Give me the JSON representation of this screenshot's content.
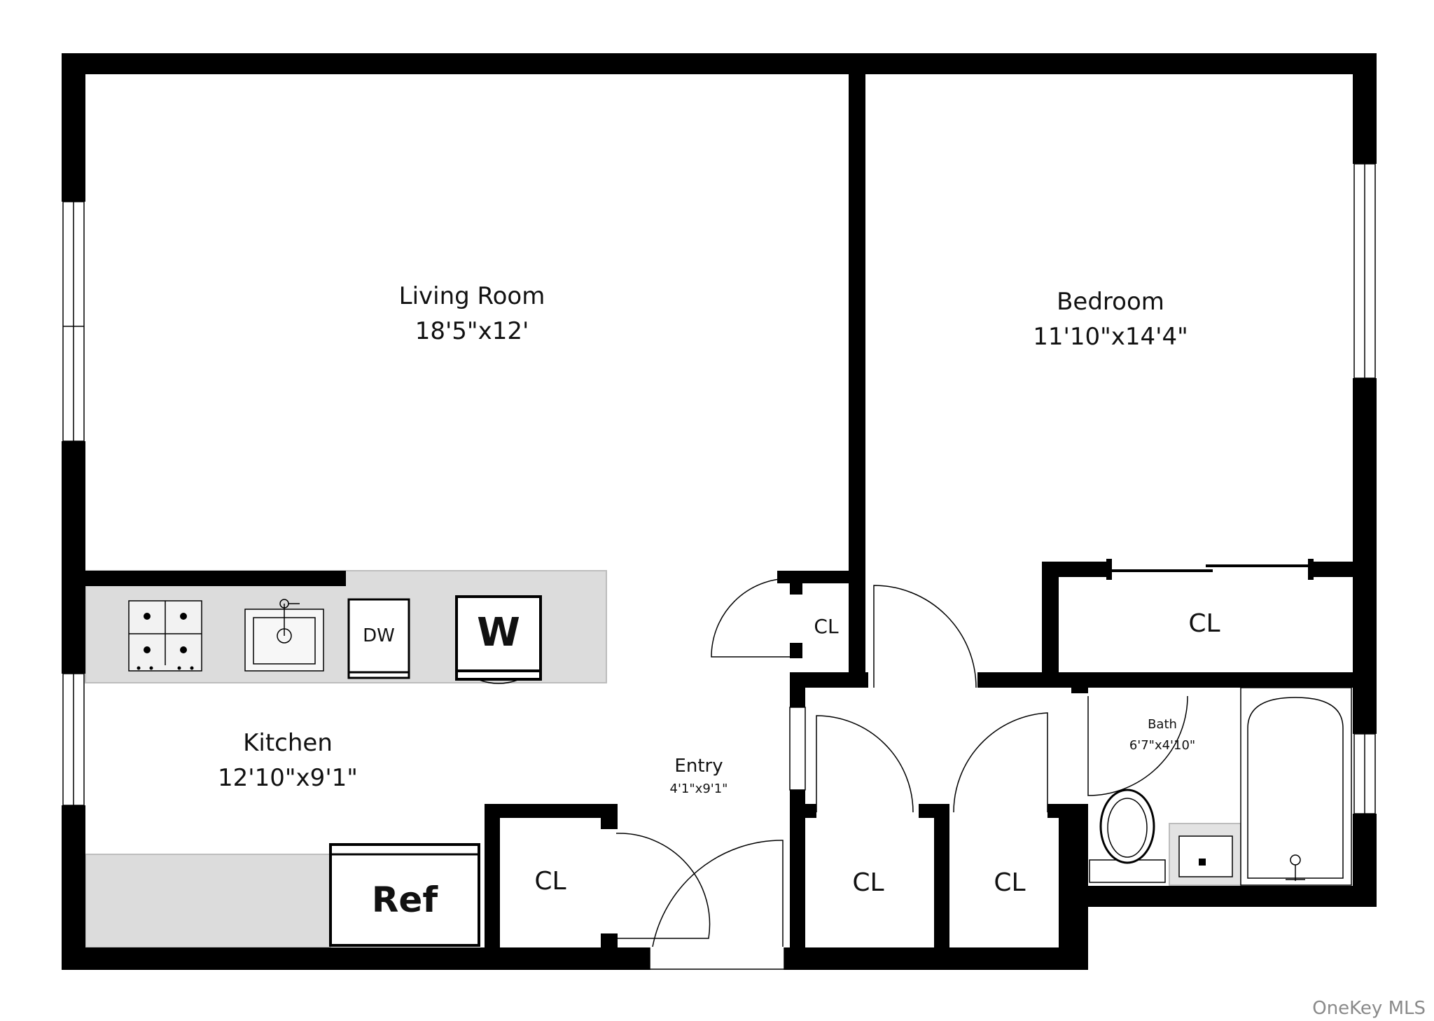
{
  "rooms": {
    "living": {
      "name": "Living Room",
      "dims": "18'5\"x12'"
    },
    "bedroom": {
      "name": "Bedroom",
      "dims": "11'10\"x14'4\""
    },
    "kitchen": {
      "name": "Kitchen",
      "dims": "12'10\"x9'1\""
    },
    "entry": {
      "name": "Entry",
      "dims": "4'1\"x9'1\""
    },
    "bath": {
      "name": "Bath",
      "dims": "6'7\"x4'10\""
    }
  },
  "closets": {
    "bedroom_closet": "CL",
    "entry_small_closet": "CL",
    "kitchen_closet": "CL",
    "hall_closet_left": "CL",
    "hall_closet_right": "CL"
  },
  "appliances": {
    "dishwasher": "DW",
    "washer": "W",
    "refrigerator": "Ref"
  },
  "watermark": "OneKey MLS"
}
